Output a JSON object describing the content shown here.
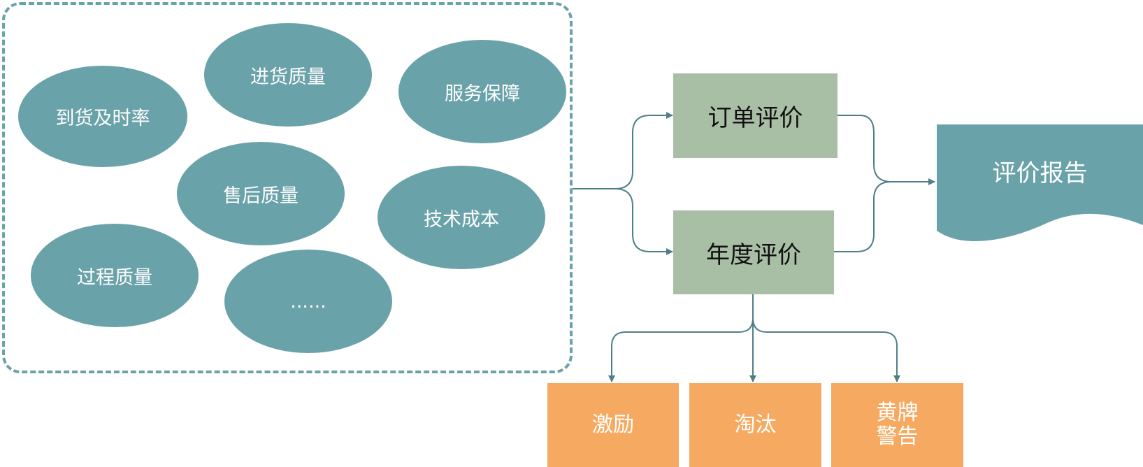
{
  "criteria": [
    "到货及时率",
    "进货质量",
    "服务保障",
    "售后质量",
    "技术成本",
    "过程质量",
    "......"
  ],
  "evaluations": {
    "order": "订单评价",
    "annual": "年度评价"
  },
  "report": "评价报告",
  "outcomes": {
    "incentive": "激励",
    "elimination": "淘汰",
    "yellow_card_line1": "黄牌",
    "yellow_card_line2": "警告"
  },
  "colors": {
    "teal": "#6aa2aa",
    "sage": "#a9bfa5",
    "orange": "#f6aa61",
    "line": "#4e7f88"
  }
}
